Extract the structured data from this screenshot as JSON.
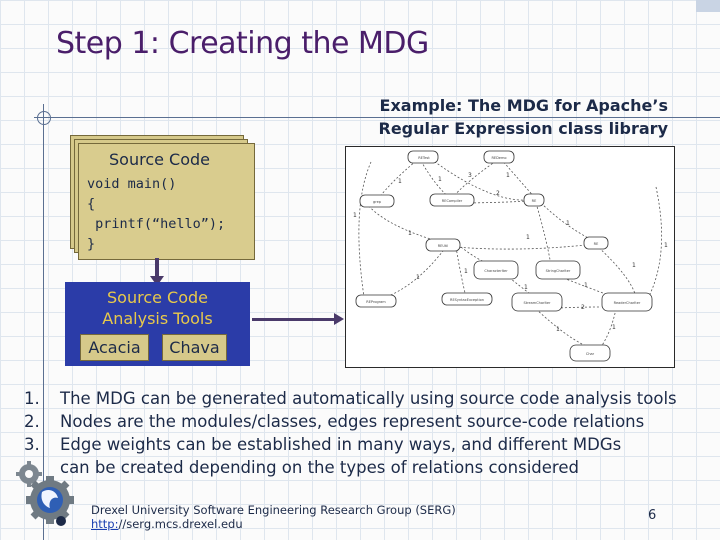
{
  "slide": {
    "title": "Step 1: Creating the MDG",
    "example_line1": "Example: The MDG for Apache’s",
    "example_line2": "Regular Expression class library",
    "source_box": {
      "title": "Source Code",
      "code_line1": "void main()",
      "code_line2": "{",
      "code_line3": " printf(“hello”);",
      "code_line4": "}"
    },
    "tools": {
      "title_line1": "Source Code",
      "title_line2": "Analysis Tools",
      "tool1": "Acacia",
      "tool2": "Chava"
    },
    "list": [
      {
        "num": "1.",
        "text": "The MDG can be generated automatically using source code analysis tools"
      },
      {
        "num": "2.",
        "text": "Nodes are the modules/classes, edges represent source-code relations"
      },
      {
        "num": "3.",
        "text": "Edge weights can be established in many ways, and different MDGs",
        "text2": "can be created depending on the types of relations considered"
      }
    ],
    "footer": {
      "org": "Drexel University Software Engineering Research Group (SERG)",
      "url_prefix": "http:",
      "url_rest": "//serg.mcs.drexel.edu",
      "page_number": "6"
    }
  }
}
